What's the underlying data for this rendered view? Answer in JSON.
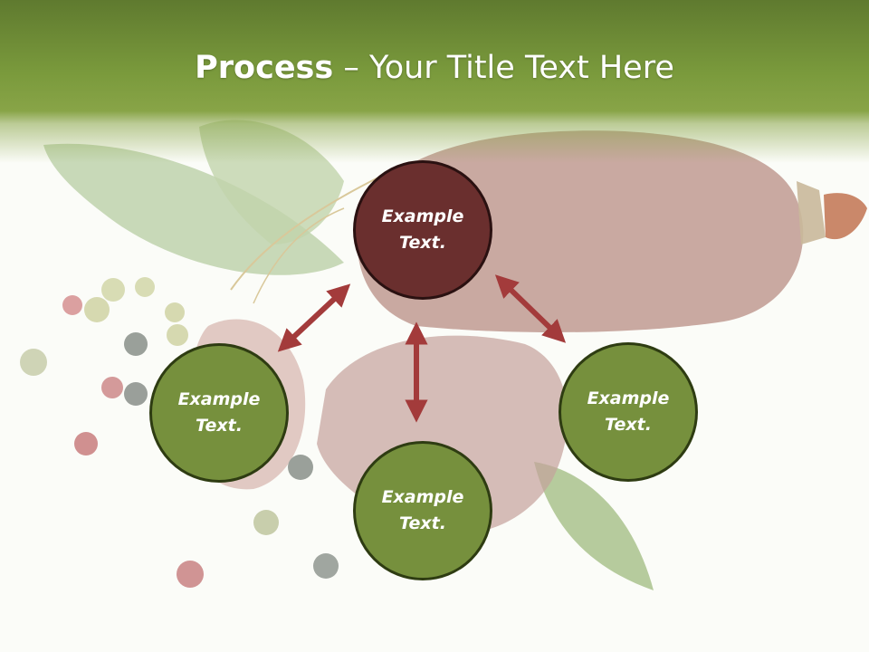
{
  "title": {
    "strong": "Process",
    "rest": " – Your Title Text Here"
  },
  "nodes": {
    "top": {
      "line1": "Example",
      "line2": "Text."
    },
    "left": {
      "line1": "Example",
      "line2": "Text."
    },
    "bottom": {
      "line1": "Example",
      "line2": "Text."
    },
    "right": {
      "line1": "Example",
      "line2": "Text."
    }
  },
  "colors": {
    "header": "#7a9a3c",
    "node_green": "#76903d",
    "node_maroon": "#6a2f2e",
    "arrow": "#a33b3b"
  }
}
